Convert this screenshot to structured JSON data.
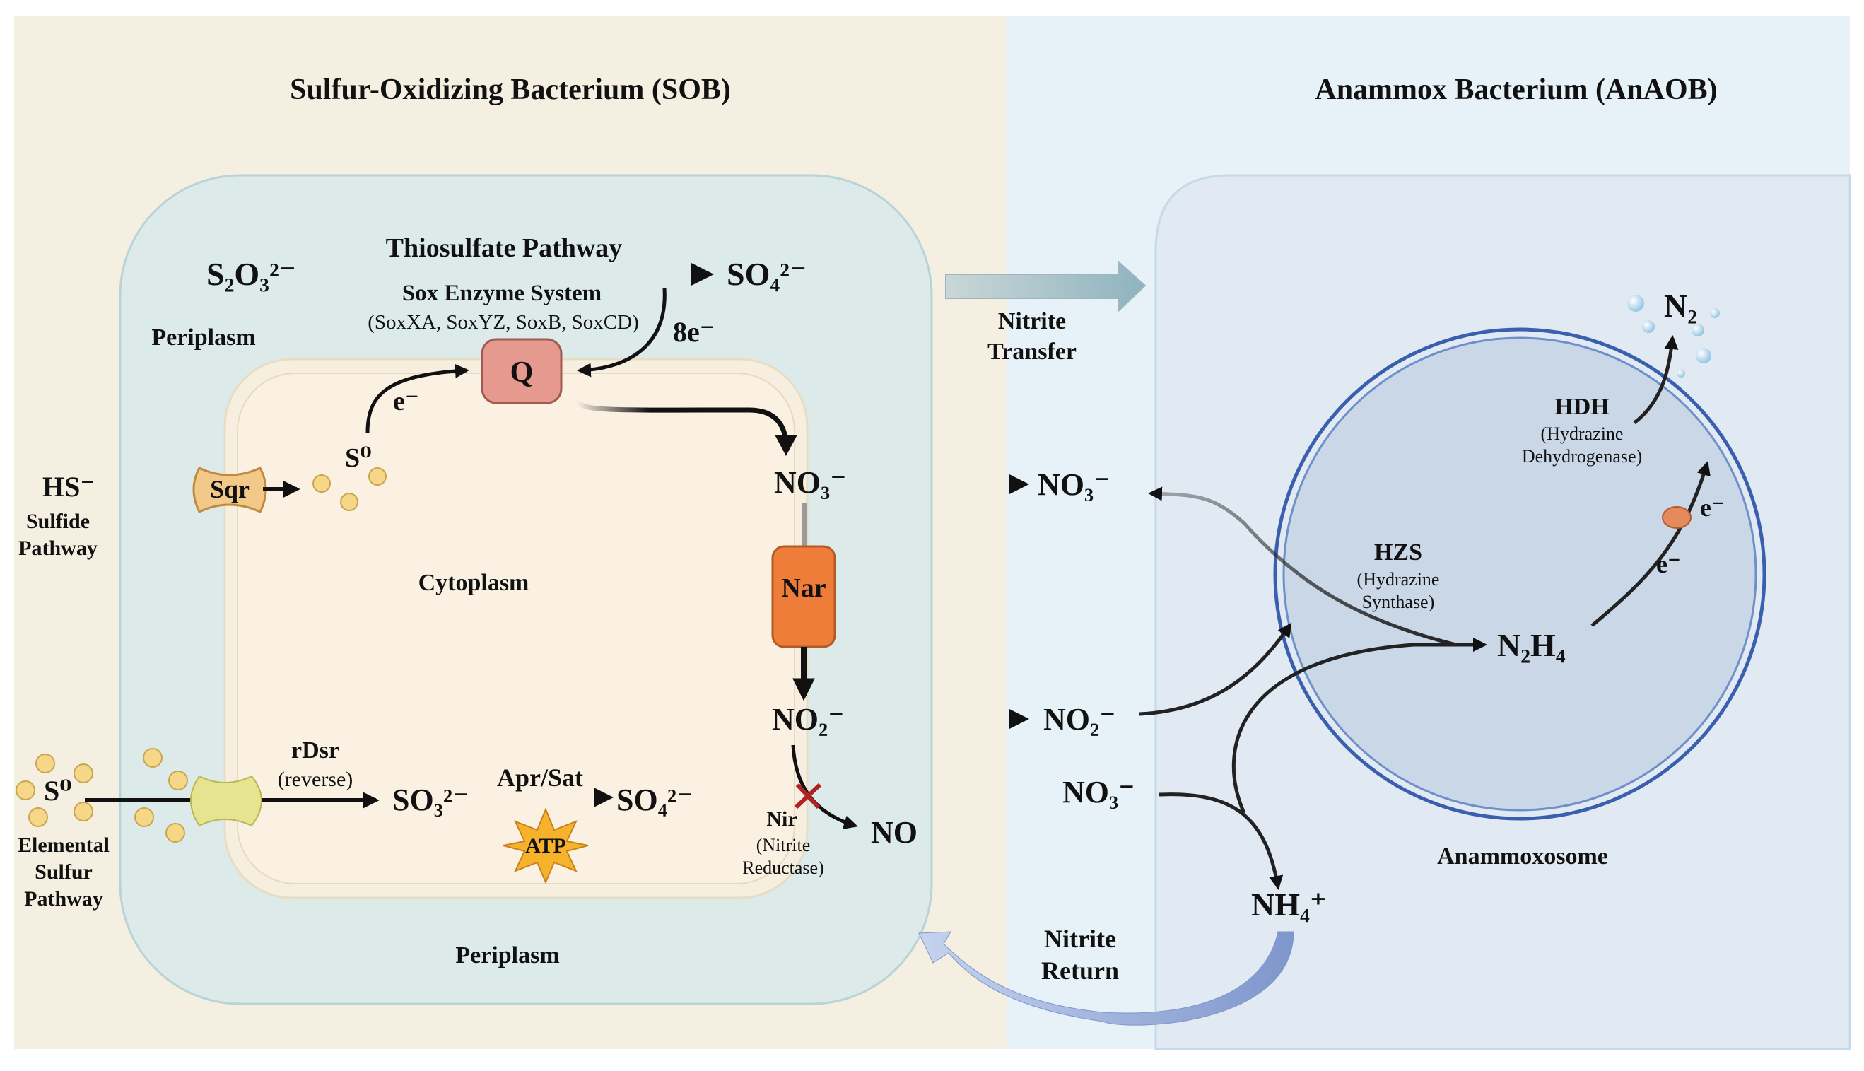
{
  "colors": {
    "sob_bg": "#f4efe1",
    "anaob_bg": "#e7f2f8",
    "periplasm": "#dcebea",
    "cytoplasm": "#fbf1e2",
    "anaob_cell": "#e1eaf3",
    "anammoxosome": "#c9d7e7",
    "nar": "#ee7d3a",
    "q_box": "#e69a8f",
    "sqr": "#f3c98a",
    "sulfur_dot": "#f6d788",
    "transporter": "#e6e48e",
    "atp": "#f5b22a",
    "arrow": "#111111",
    "return_arrow": "#8fa3d1"
  },
  "titles": {
    "sob": "Sulfur-Oxidizing Bacterium (SOB)",
    "anaob": "Anammox Bacterium (AnAOB)"
  },
  "sob": {
    "periplasm_top": "Periplasm",
    "periplasm_bottom": "Periplasm",
    "cytoplasm": "Cytoplasm",
    "thiosulfate_pathway": "Thiosulfate Pathway",
    "sox_system": "Sox Enzyme System",
    "sox_components": "(SoxXA, SoxYZ, SoxB, SoxCD)",
    "s2o3": "S₂O₃²⁻",
    "so4_top": "SO₄²⁻",
    "eight_e": "8e⁻",
    "q": "Q",
    "e_minus": "e⁻",
    "s0_cyt": "S⁰",
    "hs": "HS⁻",
    "sulfide_pathway_1": "Sulfide",
    "sulfide_pathway_2": "Pathway",
    "sqr": "Sqr",
    "no3_cyt": "NO₃⁻",
    "nar": "Nar",
    "no2_cyt": "NO₂⁻",
    "nir": "Nir",
    "nir_full_1": "(Nitrite",
    "nir_full_2": "Reductase)",
    "no": "NO",
    "s0_ext": "S⁰",
    "elemental_1": "Elemental",
    "elemental_2": "Sulfur",
    "elemental_3": "Pathway",
    "rdsr": "rDsr",
    "rdsr_reverse": "(reverse)",
    "so3": "SO₃²⁻",
    "apr_sat": "Apr/Sat",
    "so4_bottom": "SO₄²⁻",
    "atp": "ATP"
  },
  "middle": {
    "nitrite_transfer_1": "Nitrite",
    "nitrite_transfer_2": "Transfer",
    "no3": "NO₃⁻",
    "no2": "NO₂⁻",
    "no3_lower": "NO₃⁻",
    "nitrite_return_1": "Nitrite",
    "nitrite_return_2": "Return"
  },
  "anaob": {
    "n2": "N₂",
    "hdh": "HDH",
    "hdh_full_1": "(Hydrazine",
    "hdh_full_2": "Dehydrogenase)",
    "hzs": "HZS",
    "hzs_full_1": "(Hydrazine",
    "hzs_full_2": "Synthase)",
    "n2h4": "N₂H₄",
    "e1": "e⁻",
    "e2": "e⁻",
    "nh4": "NH₄⁺",
    "anammoxosome": "Anammoxosome"
  }
}
